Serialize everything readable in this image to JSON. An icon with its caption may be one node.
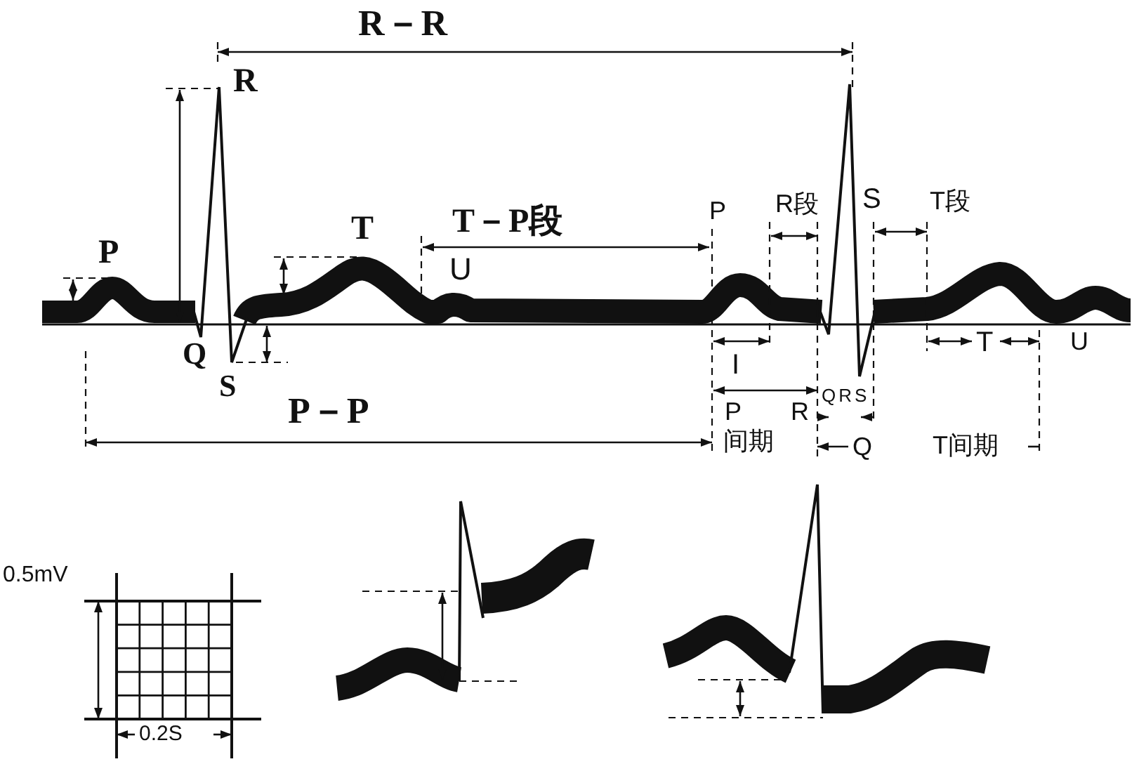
{
  "diagram": {
    "labels": [
      "R－R",
      "R",
      "P",
      "T",
      "T－P段",
      "U",
      "P",
      "R段",
      "S",
      "T段",
      "Q",
      "S",
      "I",
      "T",
      "U",
      "P－P",
      "P",
      "R",
      "QRS",
      "间期",
      "Q",
      "T间期",
      "0.5mV",
      "0.2S"
    ]
  }
}
